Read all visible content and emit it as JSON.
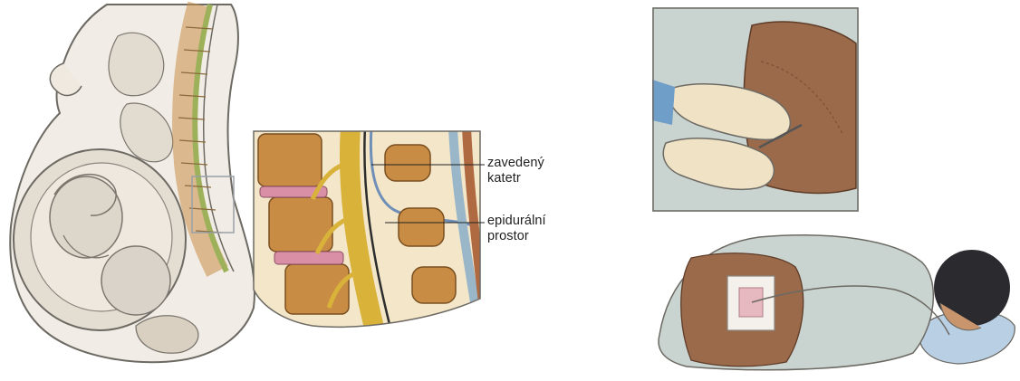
{
  "labels": {
    "catheter_line1": "zavedený",
    "catheter_line2": "katetr",
    "epidural_line1": "epidurální",
    "epidural_line2": "prostor"
  },
  "colors": {
    "skin": "#f1ede6",
    "outline": "#6d6a64",
    "bone": "#c98c45",
    "disc": "#d98fa6",
    "nerve": "#d9b23a",
    "catheter": "#6f8fb8",
    "glove": "#efe2c5",
    "gown": "#c9d3cf",
    "back_skin": "#9b6a4b",
    "hair": "#2a2a2f",
    "pillow": "#b9cfe4"
  },
  "icons": [
    "sagittal-pregnancy-illustration",
    "spine-detail-illustration",
    "needle-insertion-illustration",
    "patient-lying-illustration"
  ]
}
